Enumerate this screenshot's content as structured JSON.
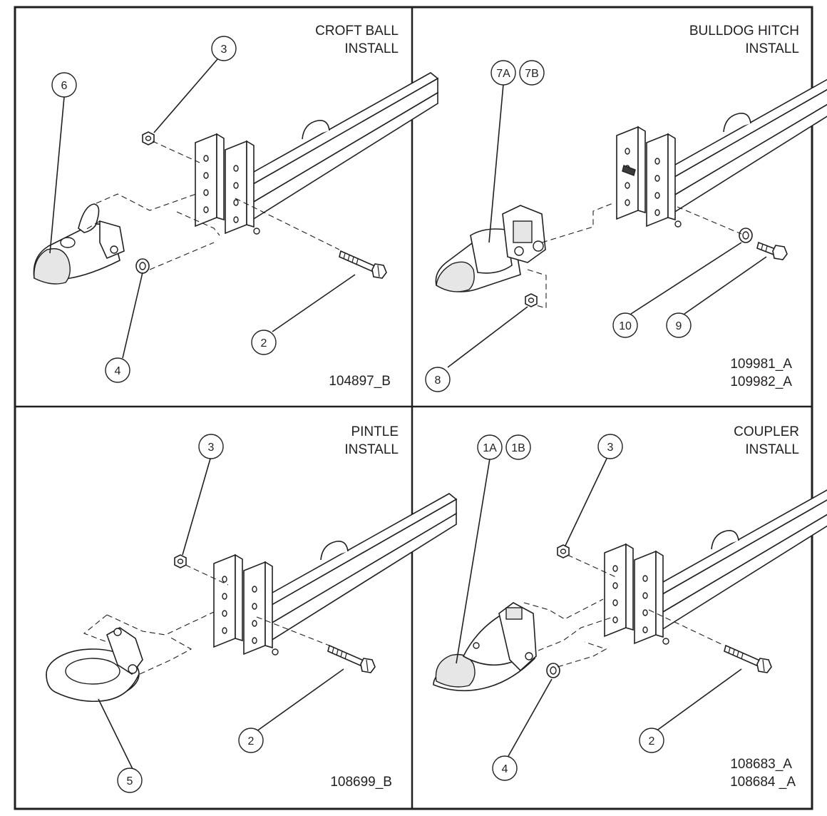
{
  "panels": [
    {
      "title_line1": "CROFT BALL",
      "title_line2": "INSTALL",
      "part_numbers": [
        "104897_B"
      ],
      "callouts": [
        "3",
        "6",
        "4",
        "2"
      ]
    },
    {
      "title_line1": "BULLDOG HITCH",
      "title_line2": "INSTALL",
      "part_numbers": [
        "109981_A",
        "109982_A"
      ],
      "callouts": [
        "7A",
        "7B",
        "10",
        "9",
        "8"
      ]
    },
    {
      "title_line1": "PINTLE",
      "title_line2": "INSTALL",
      "part_numbers": [
        "108699_B"
      ],
      "callouts": [
        "3",
        "2",
        "5"
      ]
    },
    {
      "title_line1": "COUPLER",
      "title_line2": "INSTALL",
      "part_numbers": [
        "108683_A",
        "108684 _A"
      ],
      "callouts": [
        "1A",
        "1B",
        "3",
        "4",
        "2"
      ]
    }
  ],
  "colors": {
    "ink": "#231f20",
    "background": "#ffffff",
    "shade": "#e6e6e6"
  }
}
